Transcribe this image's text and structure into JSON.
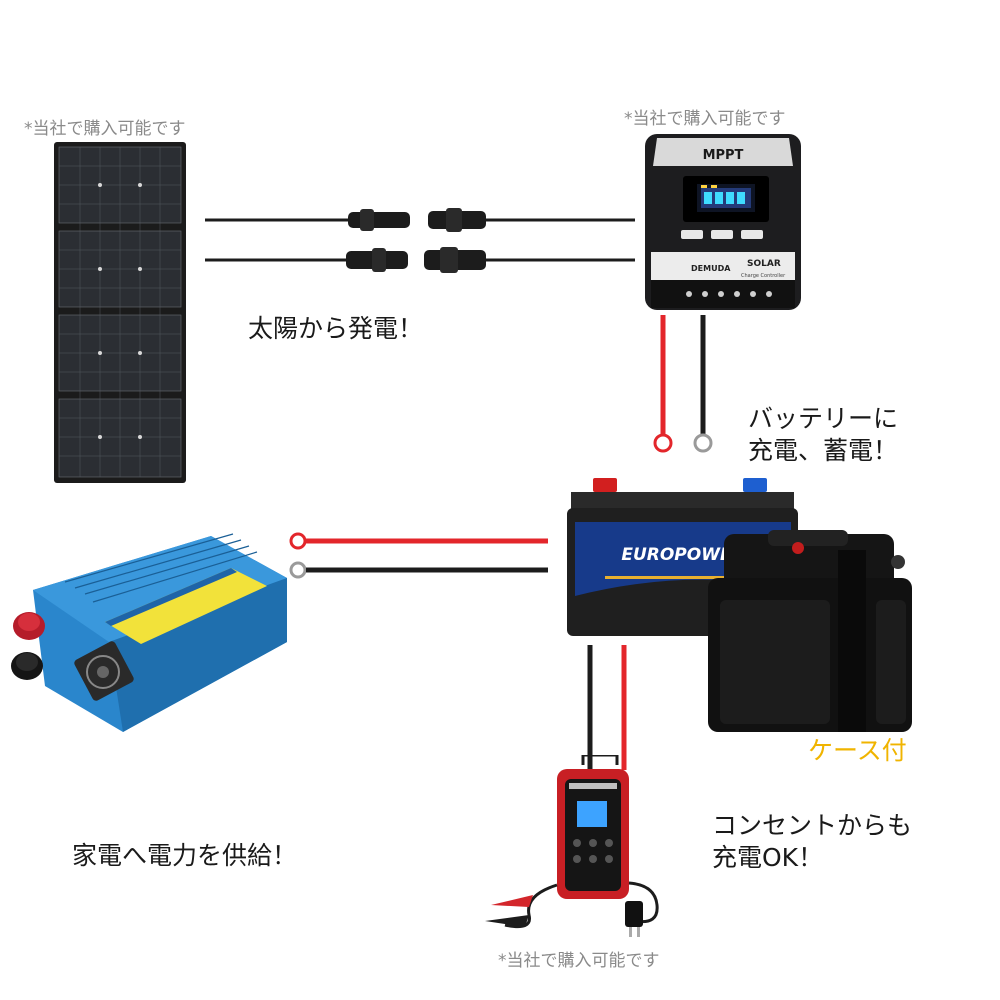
{
  "notes": {
    "panel": "*当社で購入可能です",
    "controller": "*当社で購入可能です",
    "charger": "*当社で購入可能です"
  },
  "captions": {
    "solar": "太陽から発電！",
    "battery_line1": "バッテリーに",
    "battery_line2": "充電、蓄電！",
    "case": "ケース付",
    "outlet_line1": "コンセントからも",
    "outlet_line2": "充電OK！",
    "inverter": "家電へ電力を供給！"
  },
  "labels": {
    "controller_title": "MPPT",
    "controller_brand": "DEMUDA",
    "controller_product": "SOLAR",
    "controller_sub": "Charge Controller",
    "battery_brand": "EUROPOWER"
  },
  "colors": {
    "wire_red": "#e3262b",
    "wire_black": "#1c1c1c",
    "inverter_blue": "#2a86cc",
    "caption_yellow": "#f0b400",
    "note_gray": "#8a8a8a"
  }
}
